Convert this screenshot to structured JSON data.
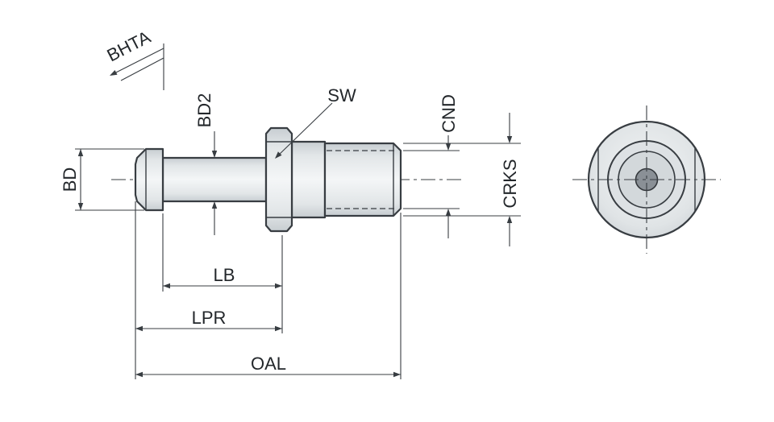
{
  "labels": {
    "bhta": "BHTA",
    "bd2": "BD2",
    "sw": "SW",
    "cnd": "CND",
    "crks": "CRKS",
    "bd": "BD",
    "lb": "LB",
    "lpr": "LPR",
    "oal": "OAL"
  },
  "colors": {
    "line": "#383d42",
    "part_fill_light": "#f4f6f7",
    "part_fill_dark": "#c7cdd1",
    "center_plug_fill": "#8a9096",
    "background": "#ffffff"
  }
}
